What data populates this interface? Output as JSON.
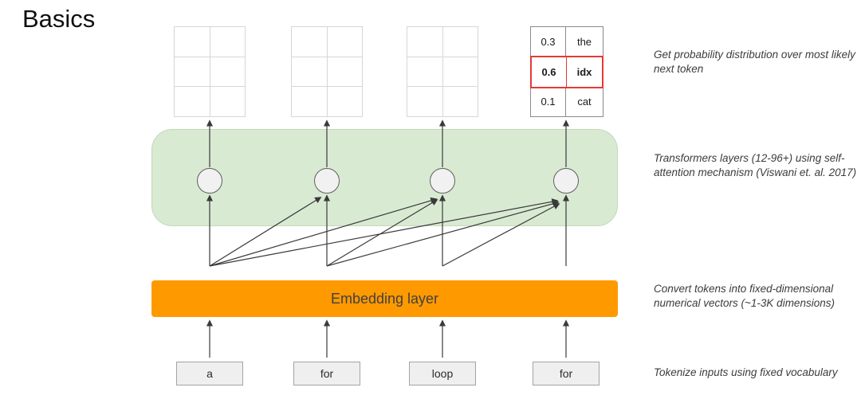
{
  "title": "Basics",
  "diagram": {
    "probability_table": {
      "rows": [
        {
          "prob": "0.3",
          "token": "the"
        },
        {
          "prob": "0.6",
          "token": "idx"
        },
        {
          "prob": "0.1",
          "token": "cat"
        }
      ],
      "highlighted_row_index": 1
    },
    "embedding_label": "Embedding layer",
    "tokens": [
      "a",
      "for",
      "loop",
      "for"
    ],
    "annotations": [
      "Get probability distribution over most likely next token",
      "Transformers layers (12-96+) using self-attention mechanism (Viswani et. al. 2017)",
      "Convert tokens into fixed-dimensional numerical vectors (~1-3K dimensions)",
      "Tokenize inputs using fixed vocabulary"
    ],
    "colors": {
      "transformer_block": "#d9ead3",
      "embedding_block": "#ff9900",
      "highlight_red": "#e53935",
      "token_fill": "#efefef"
    }
  }
}
